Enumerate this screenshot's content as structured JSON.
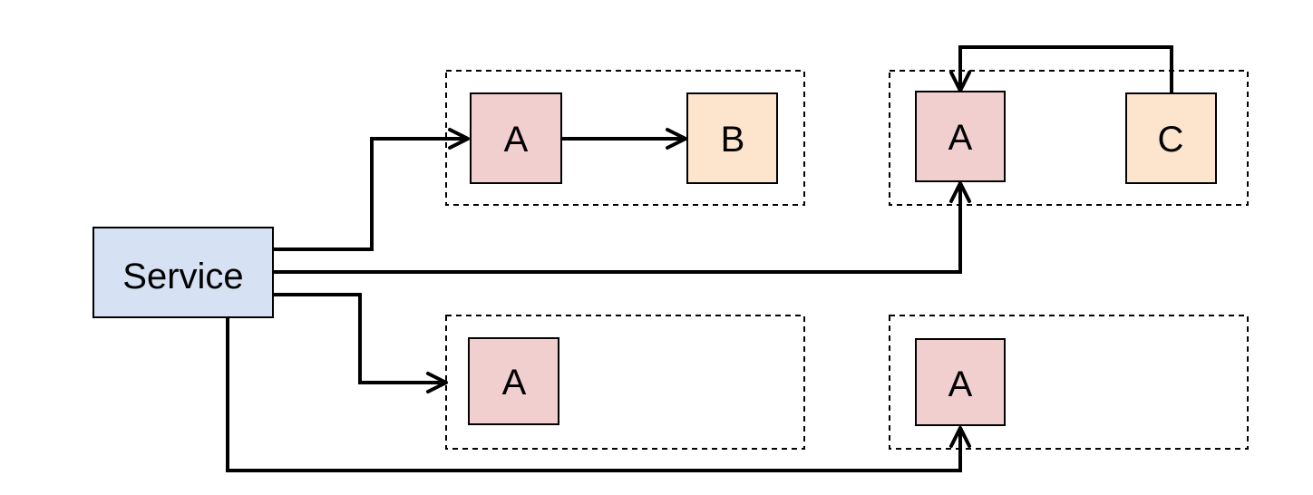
{
  "colors": {
    "service_fill": "#d6e1f3",
    "node_a_fill": "#f2cfcf",
    "node_b_fill": "#fce5cc",
    "node_c_fill": "#fce5cc",
    "line": "#000000"
  },
  "service": {
    "label": "Service"
  },
  "groups": [
    {
      "nodes": [
        {
          "label": "A"
        },
        {
          "label": "B"
        }
      ]
    },
    {
      "nodes": [
        {
          "label": "A"
        },
        {
          "label": "C"
        }
      ]
    },
    {
      "nodes": [
        {
          "label": "A"
        }
      ]
    },
    {
      "nodes": [
        {
          "label": "A"
        }
      ]
    }
  ]
}
